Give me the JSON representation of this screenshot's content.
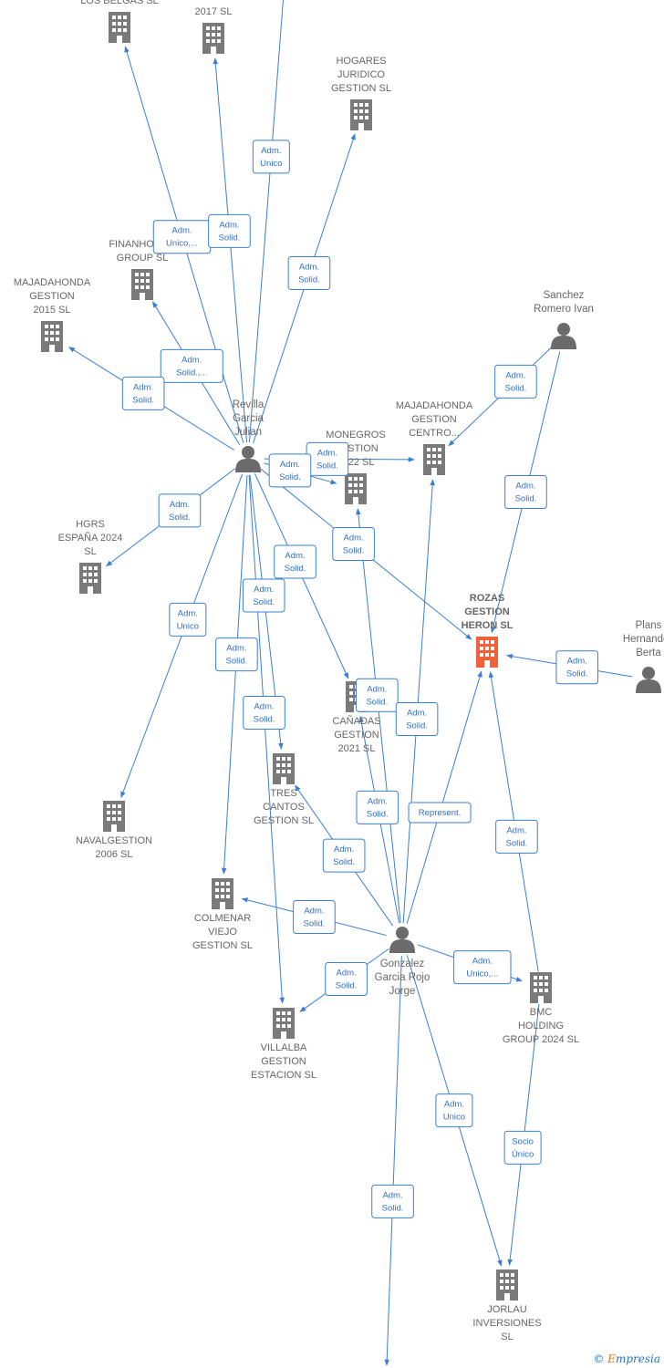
{
  "colors": {
    "edge": "#3a7fd5",
    "edge_text": "#2f6fc4",
    "company": "#7a7a7a",
    "company_target": "#f0613a",
    "person": "#6b6b6b"
  },
  "credit": {
    "symbol": "©",
    "brand_e": "E",
    "brand_rest": "mpresia"
  },
  "companies": [
    {
      "id": "los_belgas",
      "label": [
        "LOS BELGAS  SL"
      ],
      "icon": "building-icon"
    },
    {
      "id": "v2017",
      "label": [
        "2017  SL"
      ],
      "icon": "building-icon"
    },
    {
      "id": "hogares",
      "label": [
        "HOGARES",
        "JURIDICO",
        "GESTION  SL"
      ],
      "icon": "building-icon"
    },
    {
      "id": "finanhogar",
      "label": [
        "FINANHOGAR",
        "GROUP  SL"
      ],
      "icon": "building-icon"
    },
    {
      "id": "majadahonda2015",
      "label": [
        "MAJADAHONDA",
        "GESTION",
        "2015  SL"
      ],
      "icon": "building-icon"
    },
    {
      "id": "majadahonda_centro",
      "label": [
        "MAJADAHONDA",
        "GESTION",
        "CENTRO..."
      ],
      "icon": "building-icon"
    },
    {
      "id": "monegros",
      "label": [
        "MONEGROS",
        "GESTION",
        "2022  SL"
      ],
      "icon": "building-icon"
    },
    {
      "id": "hgrs",
      "label": [
        "HGRS",
        "ESPAÑA 2024",
        "SL"
      ],
      "icon": "building-icon"
    },
    {
      "id": "rozas",
      "label": [
        "ROZAS",
        "GESTION",
        "HERON  SL"
      ],
      "icon": "building-icon",
      "target": true
    },
    {
      "id": "canadas",
      "label": [
        "CAÑADAS",
        "GESTION",
        "2021  SL"
      ],
      "icon": "building-icon"
    },
    {
      "id": "tres_cantos",
      "label": [
        "TRES",
        "CANTOS",
        "GESTION  SL"
      ],
      "icon": "building-icon"
    },
    {
      "id": "navalgestion",
      "label": [
        "NAVALGESTION",
        "2006 SL"
      ],
      "icon": "building-icon"
    },
    {
      "id": "colmenar",
      "label": [
        "COLMENAR",
        "VIEJO",
        "GESTION  SL"
      ],
      "icon": "building-icon"
    },
    {
      "id": "villalba",
      "label": [
        "VILLALBA",
        "GESTION",
        "ESTACION  SL"
      ],
      "icon": "building-icon"
    },
    {
      "id": "bmc",
      "label": [
        "BMC",
        "HOLDING",
        "GROUP 2024  SL"
      ],
      "icon": "building-icon"
    },
    {
      "id": "jorlau",
      "label": [
        "JORLAU",
        "INVERSIONES",
        "SL"
      ],
      "icon": "building-icon"
    }
  ],
  "persons": [
    {
      "id": "revilla",
      "label": [
        "Revilla",
        "Garcia",
        "Julian"
      ],
      "icon": "person-icon"
    },
    {
      "id": "sanchez",
      "label": [
        "Sanchez",
        "Romero Ivan"
      ],
      "icon": "person-icon"
    },
    {
      "id": "plans",
      "label": [
        "Plans",
        "Hernandez",
        "Berta"
      ],
      "icon": "person-icon"
    },
    {
      "id": "gonzalez",
      "label": [
        "Gonzalez",
        "Garcia Rojo",
        "Jorge"
      ],
      "icon": "person-icon"
    }
  ],
  "relations": [
    {
      "from": "revilla",
      "to": "los_belgas",
      "label": [
        "Adm.",
        "Unico,..."
      ]
    },
    {
      "from": "revilla",
      "to": "v2017",
      "label": [
        "Adm.",
        "Solid."
      ]
    },
    {
      "from": "revilla",
      "to": "offscreen_top",
      "label": [
        "Adm.",
        "Unico"
      ]
    },
    {
      "from": "revilla",
      "to": "hogares",
      "label": [
        "Adm.",
        "Solid."
      ]
    },
    {
      "from": "revilla",
      "to": "finanhogar",
      "label": [
        "Adm.",
        "Solid.,..."
      ]
    },
    {
      "from": "revilla",
      "to": "majadahonda2015",
      "label": [
        "Adm.",
        "Solid."
      ]
    },
    {
      "from": "revilla",
      "to": "majadahonda_centro",
      "label": [
        "Adm.",
        "Solid."
      ]
    },
    {
      "from": "revilla",
      "to": "monegros",
      "label": [
        "Adm.",
        "Solid."
      ]
    },
    {
      "from": "revilla",
      "to": "hgrs",
      "label": [
        "Adm.",
        "Solid."
      ]
    },
    {
      "from": "revilla",
      "to": "rozas",
      "label": [
        "Adm.",
        "Solid."
      ]
    },
    {
      "from": "revilla",
      "to": "canadas",
      "label": [
        "Adm.",
        "Solid."
      ]
    },
    {
      "from": "revilla",
      "to": "tres_cantos",
      "label": [
        "Adm.",
        "Solid."
      ]
    },
    {
      "from": "revilla",
      "to": "navalgestion",
      "label": [
        "Adm.",
        "Unico"
      ]
    },
    {
      "from": "revilla",
      "to": "colmenar",
      "label": [
        "Adm.",
        "Solid."
      ]
    },
    {
      "from": "revilla",
      "to": "villalba",
      "label": [
        "Adm.",
        "Solid."
      ]
    },
    {
      "from": "sanchez",
      "to": "majadahonda_centro",
      "label": [
        "Adm.",
        "Solid."
      ]
    },
    {
      "from": "sanchez",
      "to": "rozas",
      "label": [
        "Adm.",
        "Solid."
      ]
    },
    {
      "from": "plans",
      "to": "rozas",
      "label": [
        "Adm.",
        "Solid."
      ]
    },
    {
      "from": "gonzalez",
      "to": "monegros",
      "label": [
        "Adm.",
        "Solid."
      ]
    },
    {
      "from": "gonzalez",
      "to": "majadahonda_centro",
      "label": [
        "Adm.",
        "Solid."
      ]
    },
    {
      "from": "gonzalez",
      "to": "canadas",
      "label": [
        "Adm.",
        "Solid."
      ]
    },
    {
      "from": "gonzalez",
      "to": "rozas",
      "label": [
        "Represent."
      ]
    },
    {
      "from": "gonzalez",
      "to": "tres_cantos",
      "label": [
        "Adm.",
        "Solid."
      ]
    },
    {
      "from": "gonzalez",
      "to": "colmenar",
      "label": [
        "Adm.",
        "Solid."
      ]
    },
    {
      "from": "gonzalez",
      "to": "villalba",
      "label": [
        "Adm.",
        "Solid."
      ]
    },
    {
      "from": "gonzalez",
      "to": "bmc",
      "label": [
        "Adm.",
        "Unico,..."
      ]
    },
    {
      "from": "gonzalez",
      "to": "jorlau",
      "label": [
        "Adm.",
        "Unico"
      ]
    },
    {
      "from": "gonzalez",
      "to": "offscreen_bottom",
      "label": [
        "Adm.",
        "Solid."
      ]
    },
    {
      "from": "bmc",
      "to": "rozas",
      "label": [
        "Adm.",
        "Solid."
      ]
    },
    {
      "from": "bmc",
      "to": "jorlau",
      "label": [
        "Socio",
        "Único"
      ]
    }
  ]
}
